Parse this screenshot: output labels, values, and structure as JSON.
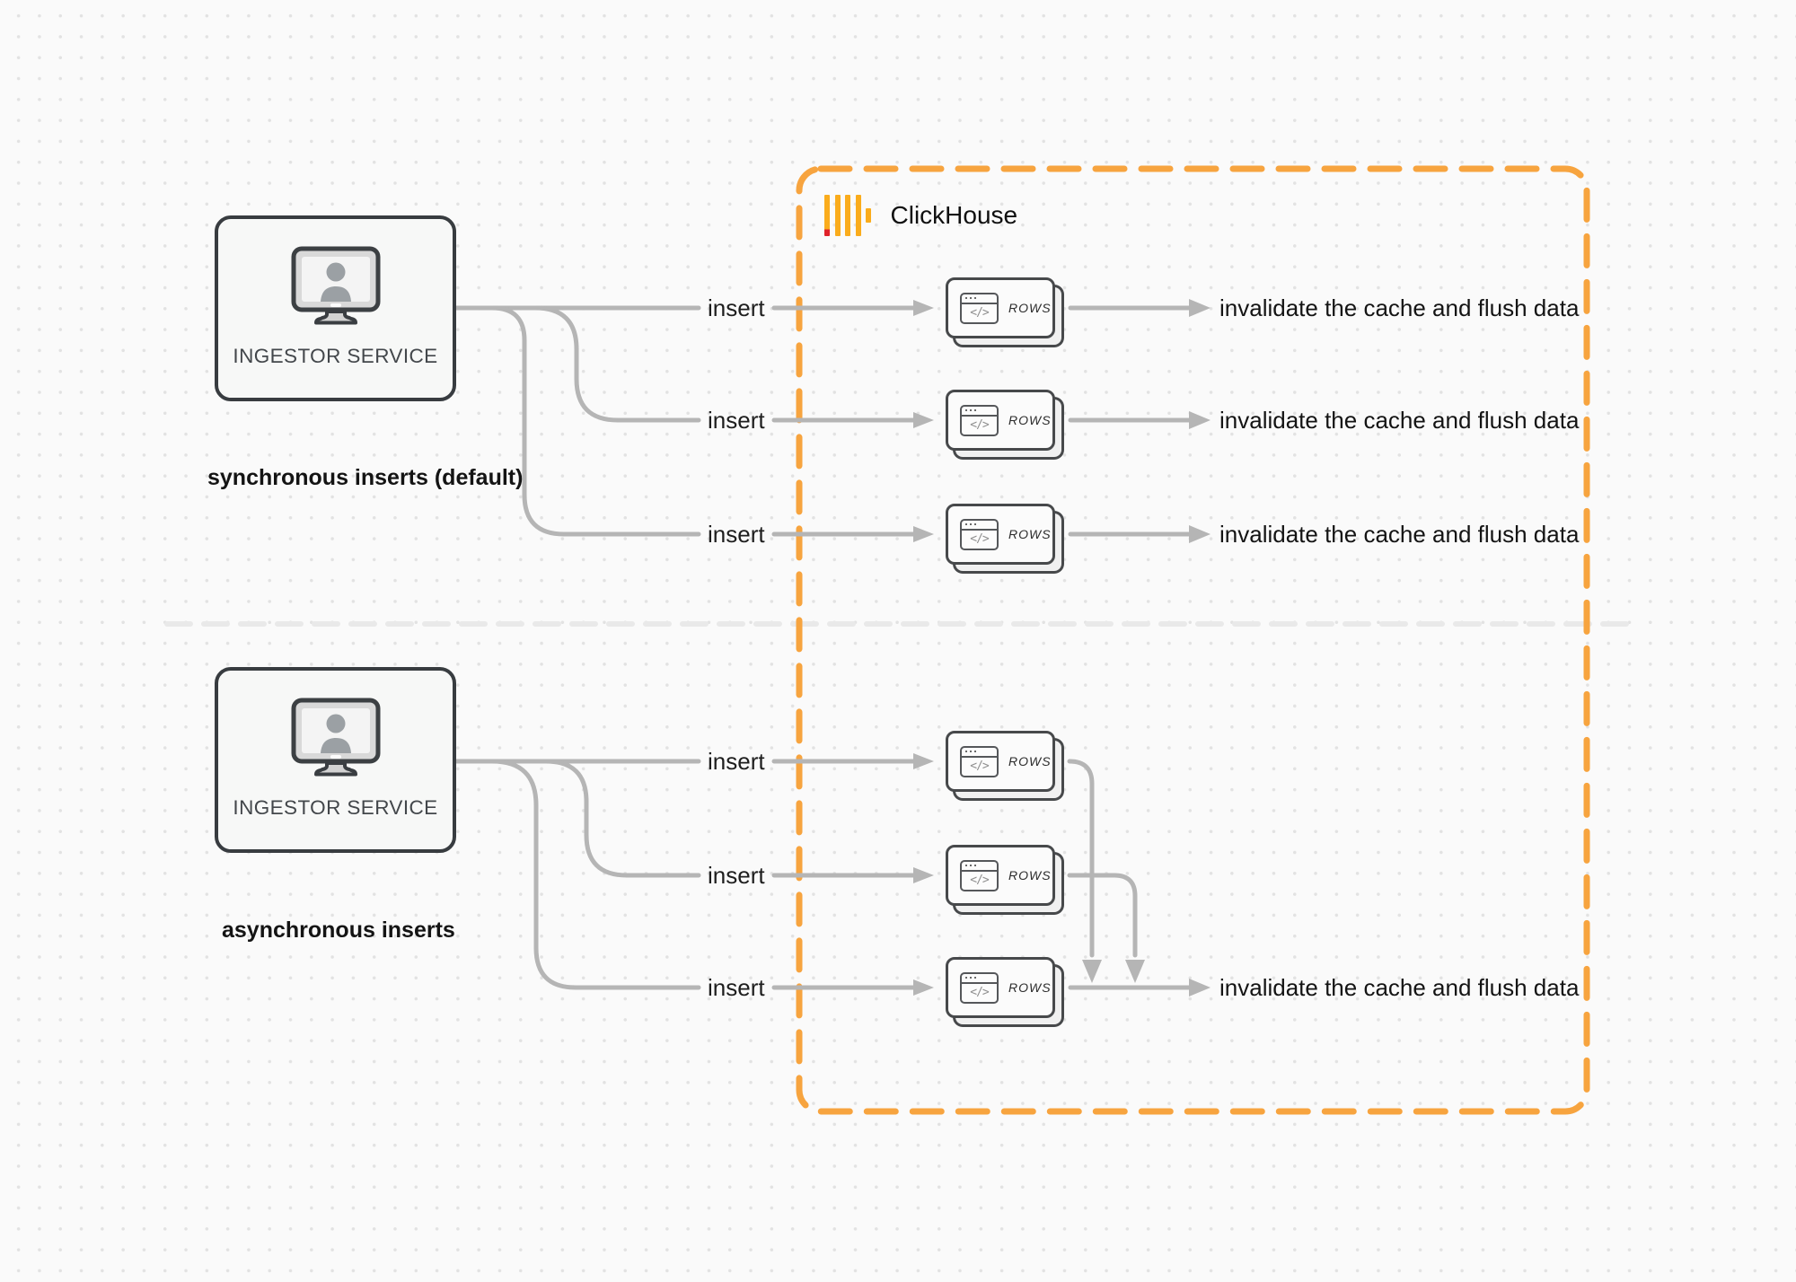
{
  "diagram": {
    "title_of_depicted_system": "ClickHouse insert modes",
    "colors": {
      "background": "#fafafa",
      "dot_grid": "#e2e2e2",
      "clickhouse_dashed_border": "#F7A43F",
      "clickhouse_logo_bar": "#FAAC1C",
      "clickhouse_logo_accent_red": "#E0222A",
      "connector_gray": "#b5b5b5",
      "divider_gray": "#e9e9e9",
      "service_box_border": "#383c40",
      "card_border": "#47494b",
      "text_dark": "#141414"
    }
  },
  "clickhouse": {
    "name": "ClickHouse"
  },
  "sections": {
    "sync": {
      "service_label": "INGESTOR SERVICE",
      "caption": "synchronous inserts (default)",
      "insert_count": 3,
      "outcome_count": 3
    },
    "async": {
      "service_label": "INGESTOR SERVICE",
      "caption": "asynchronous inserts",
      "insert_count": 3,
      "outcome_count": 1
    }
  },
  "labels": {
    "insert": "insert",
    "outcome": "invalidate the cache and flush data",
    "rows": "ROWS",
    "code_glyph": "</>"
  },
  "icons": {
    "monitor_user_icon": "monitor with user silhouette",
    "browser_code_icon": "browser window with code glyph",
    "clickhouse_logo": "four yellow bars with red accent and short bar"
  }
}
